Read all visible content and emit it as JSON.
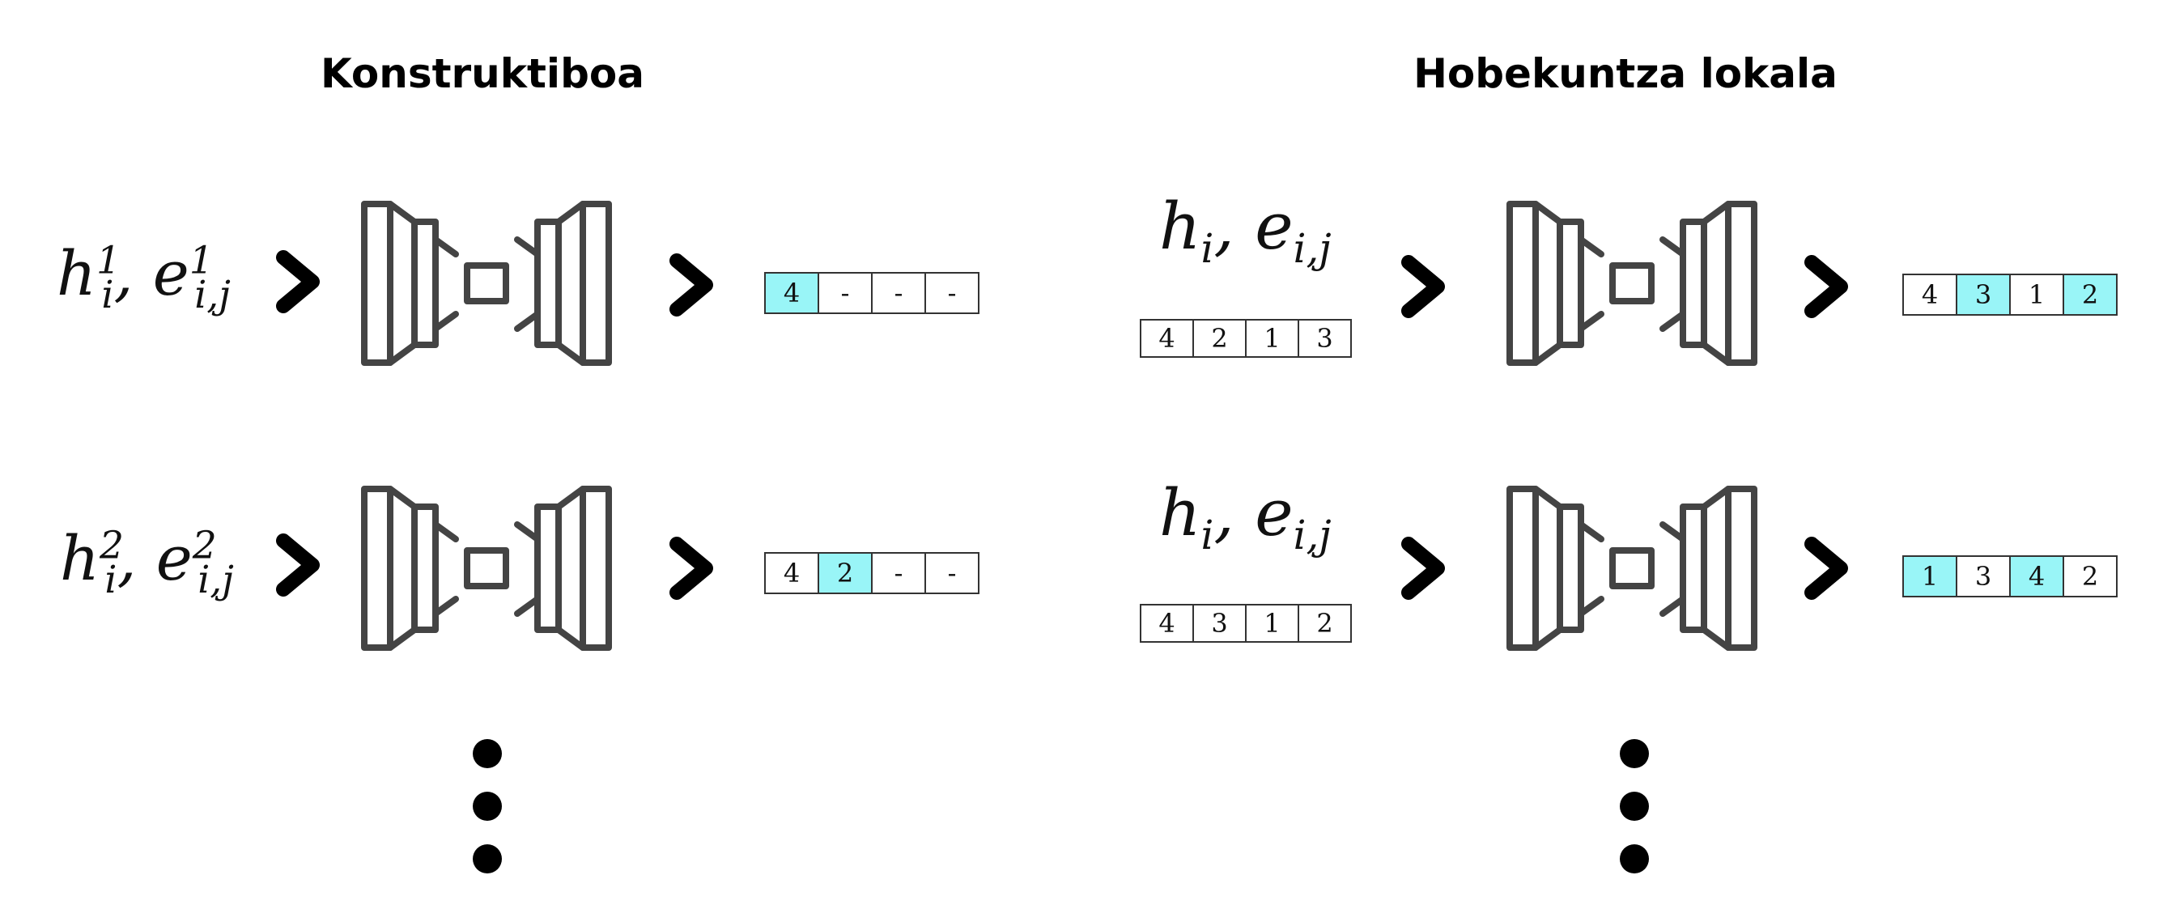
{
  "titles": {
    "left": "Konstruktiboa",
    "right": "Hobekuntza lokala"
  },
  "left_rows": [
    {
      "input": {
        "h": "h",
        "h_sub": "i",
        "h_sup": "1",
        "e": "e",
        "e_sub": "i,j",
        "e_sup": "1"
      },
      "output": [
        {
          "v": "4",
          "highlight": true
        },
        {
          "v": "-",
          "highlight": false
        },
        {
          "v": "-",
          "highlight": false
        },
        {
          "v": "-",
          "highlight": false
        }
      ]
    },
    {
      "input": {
        "h": "h",
        "h_sub": "i",
        "h_sup": "2",
        "e": "e",
        "e_sub": "i,j",
        "e_sup": "2"
      },
      "output": [
        {
          "v": "4",
          "highlight": false
        },
        {
          "v": "2",
          "highlight": true
        },
        {
          "v": "-",
          "highlight": false
        },
        {
          "v": "-",
          "highlight": false
        }
      ]
    }
  ],
  "right_rows": [
    {
      "input": {
        "h": "h",
        "h_sub": "i",
        "e": "e",
        "e_sub": "i,j"
      },
      "input_seq": [
        "4",
        "2",
        "1",
        "3"
      ],
      "output": [
        {
          "v": "4",
          "highlight": false
        },
        {
          "v": "3",
          "highlight": true
        },
        {
          "v": "1",
          "highlight": false
        },
        {
          "v": "2",
          "highlight": true
        }
      ]
    },
    {
      "input": {
        "h": "h",
        "h_sub": "i",
        "e": "e",
        "e_sub": "i,j"
      },
      "input_seq": [
        "4",
        "3",
        "1",
        "2"
      ],
      "output": [
        {
          "v": "1",
          "highlight": true
        },
        {
          "v": "3",
          "highlight": false
        },
        {
          "v": "4",
          "highlight": true
        },
        {
          "v": "2",
          "highlight": false
        }
      ]
    }
  ],
  "icons": {
    "arrow": "chevron-right-icon",
    "model": "encoder-decoder-icon",
    "continuation": "vertical-ellipsis-icon"
  },
  "colors": {
    "highlight": "#99f5f7",
    "icon_stroke": "#444444"
  }
}
